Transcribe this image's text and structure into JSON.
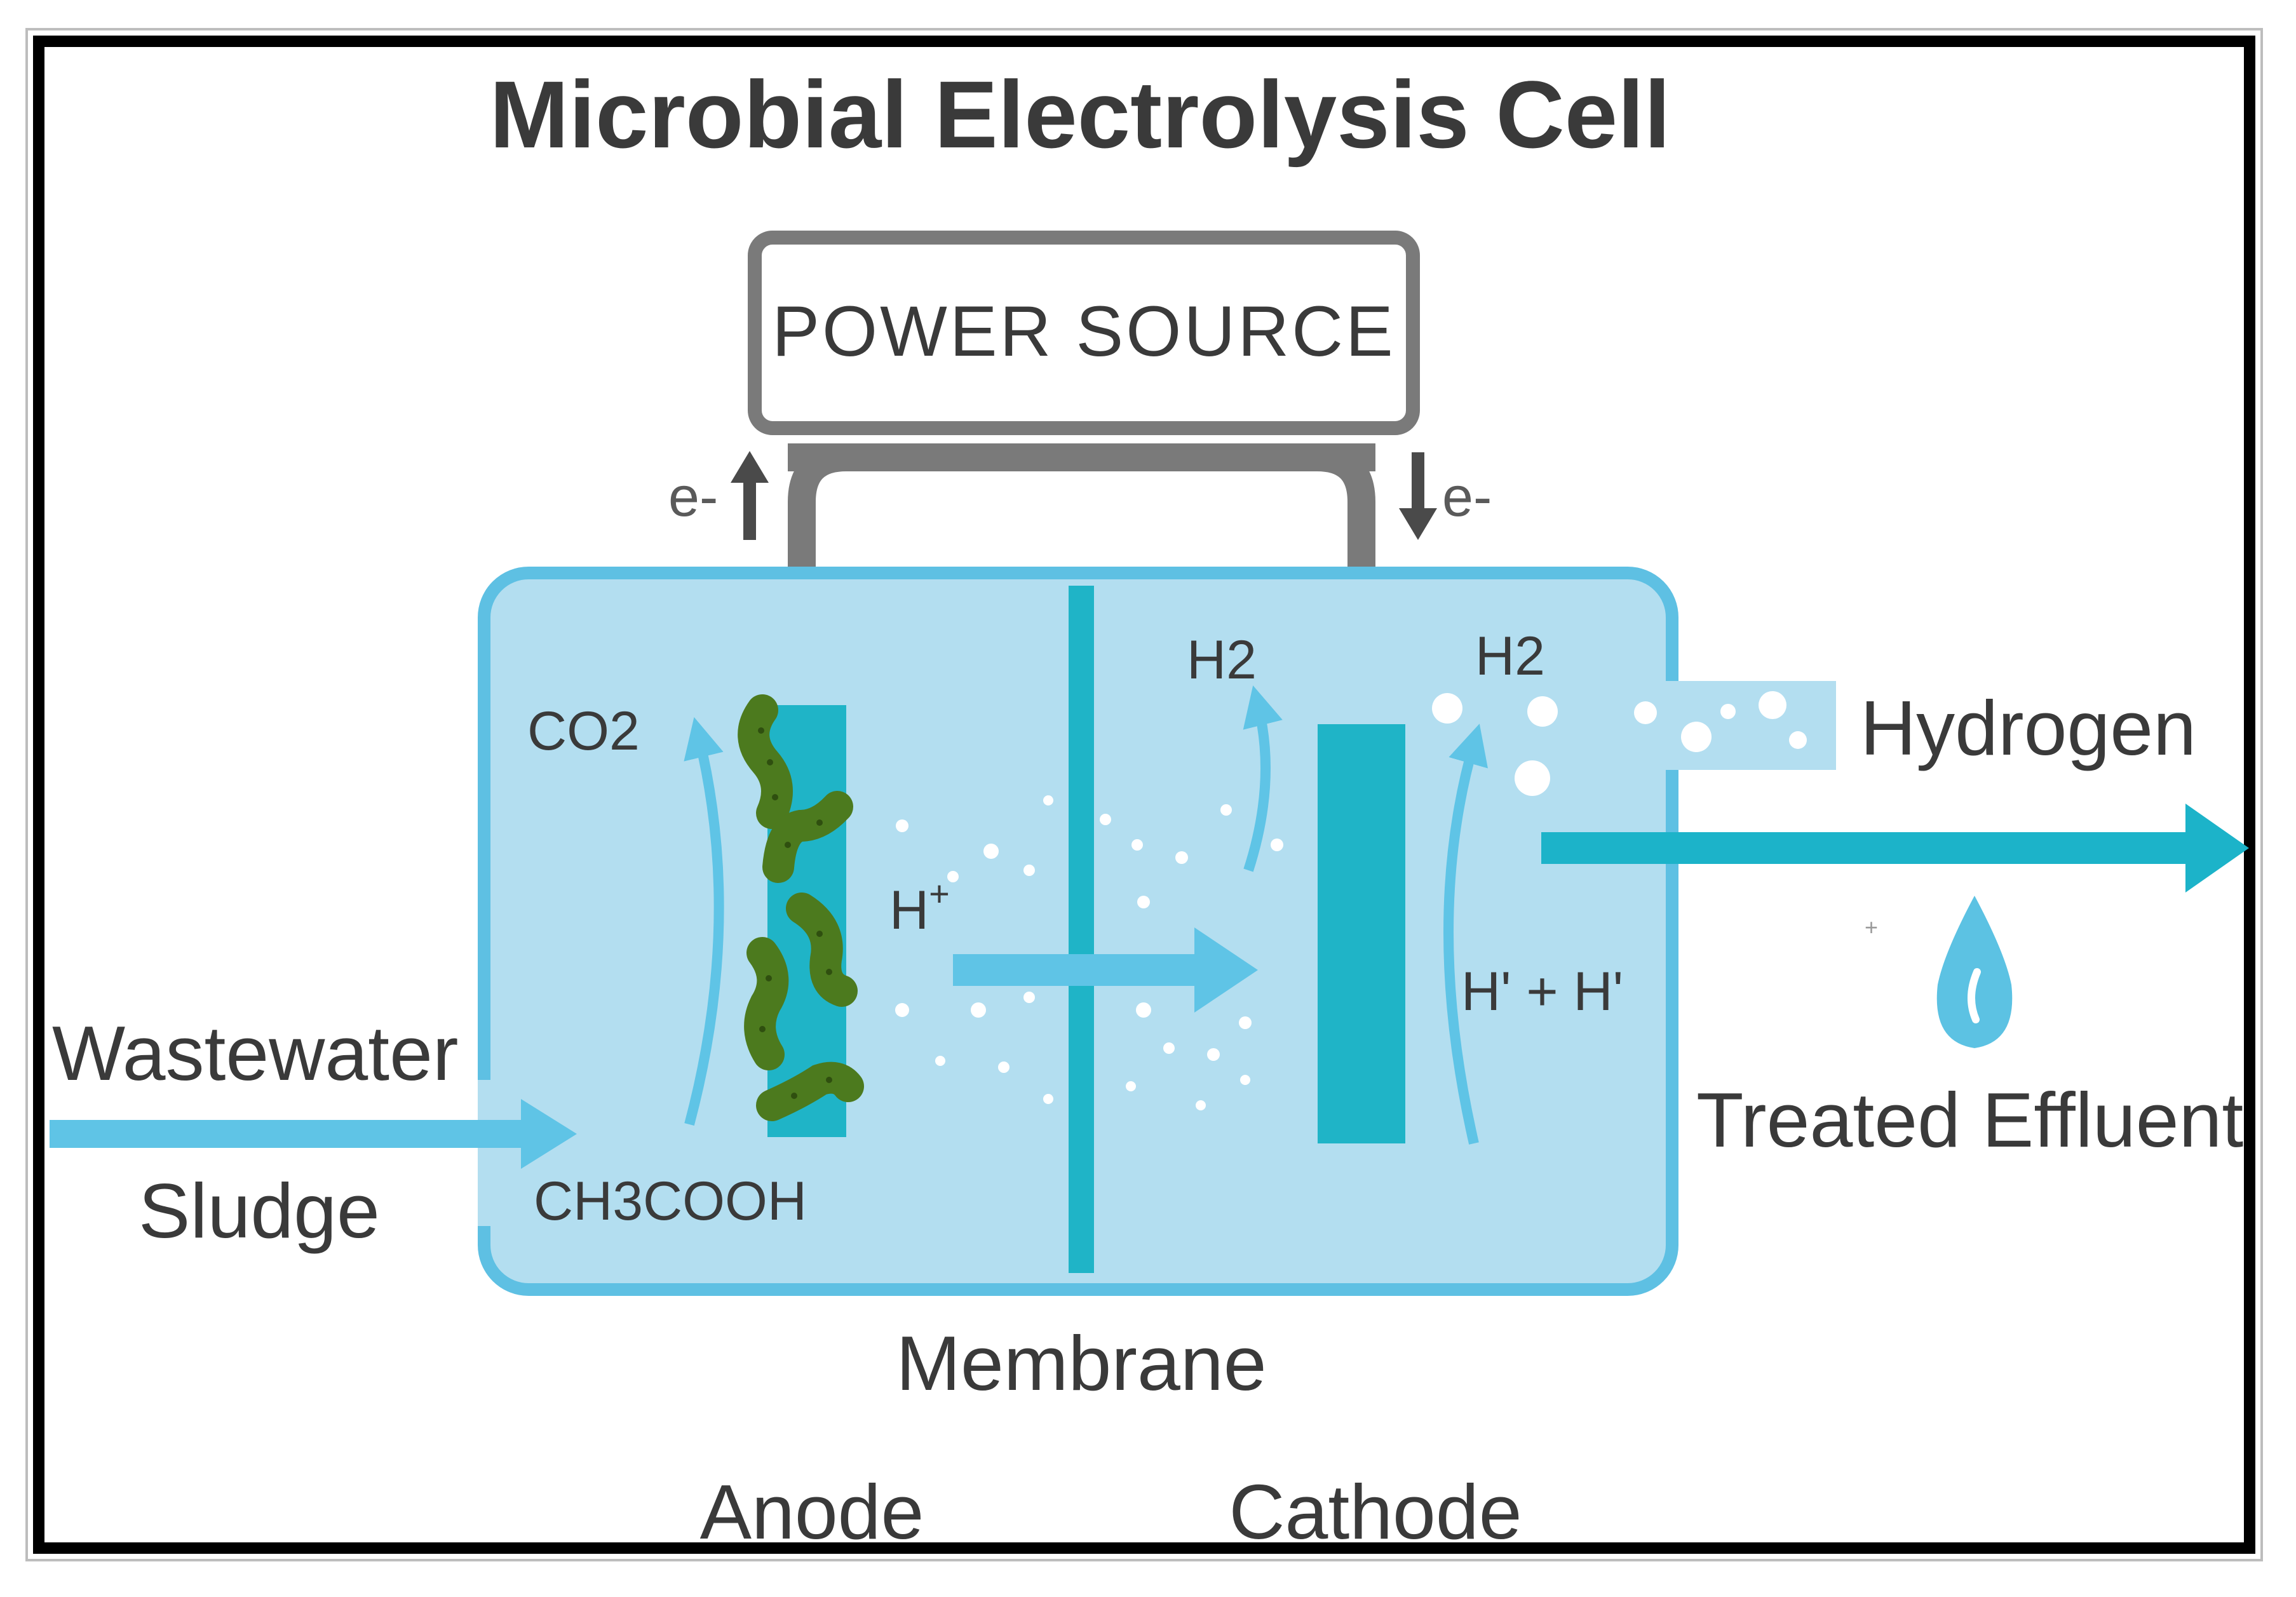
{
  "diagram": {
    "title": "Microbial Electrolysis Cell",
    "power_source_label": "POWER SOURCE",
    "electron_left": "e-",
    "electron_right": "e-",
    "co2_label": "CO2",
    "h2_middle": "H2",
    "h2_right": "H2",
    "h_plus_left": "H",
    "h_plus_sup": "+",
    "h_plus_pair": "H' + H'",
    "hydrogen_label": "Hydrogen",
    "wastewater_label": "Wastewater",
    "sludge_label": "Sludge",
    "ch3cooh_label": "CH3COOH",
    "membrane_label": "Membrane",
    "anode_label": "Anode",
    "cathode_label": "Cathode",
    "treated_effluent_label": "Treated Effluent",
    "small_plus": "+"
  },
  "colors": {
    "tank_fill": "#b3def0",
    "tank_stroke": "#5ec0e3",
    "electrode": "#1fb4c7",
    "wire": "#7a7a7a",
    "bacteria": "#4c7a1e",
    "bacteria_dot": "#2f4f0f",
    "arrow_light": "#5fc4e6",
    "arrow_dark": "#1cb3c9",
    "text": "#3a3a3a",
    "drop": "#5cc2e3"
  },
  "icons": {
    "bacteria": "bacteria-icon",
    "droplet": "water-drop-icon",
    "bubbles": "bubble-icon"
  }
}
